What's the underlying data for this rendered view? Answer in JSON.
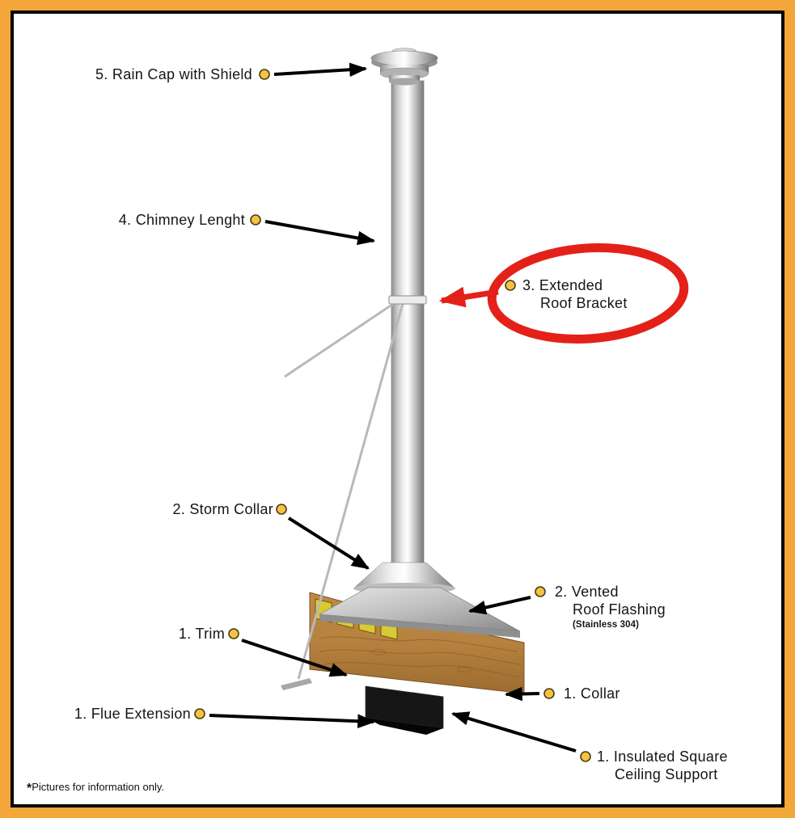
{
  "frame": {
    "border_outer_color": "#F3A73B",
    "border_inner_color": "#000000",
    "background": "#FFFFFF"
  },
  "colors": {
    "dot_fill": "#F6C244",
    "dot_stroke": "#4a3c12",
    "arrow": "#000000",
    "highlight": "#E32119",
    "metal": "#c9c9c9",
    "wood": "#b5813f",
    "insulation": "#d9ca35"
  },
  "labels": {
    "rain_cap": {
      "line1": "5. Rain Cap with Shield"
    },
    "chimney_length": {
      "line1": "4. Chimney Lenght"
    },
    "roof_bracket": {
      "line1": "3. Extended",
      "line2": "Roof Bracket"
    },
    "storm_collar": {
      "line1": "2. Storm Collar"
    },
    "roof_flashing": {
      "line1": "2. Vented",
      "line2": "Roof Flashing",
      "line3": "(Stainless 304)"
    },
    "trim": {
      "line1": "1. Trim"
    },
    "collar": {
      "line1": "1. Collar"
    },
    "flue_extension": {
      "line1": "1. Flue Extension"
    },
    "ceiling_support": {
      "line1": "1. Insulated Square",
      "line2": "Ceiling Support"
    }
  },
  "footnote": {
    "star": "*",
    "text": "Pictures for information only."
  }
}
